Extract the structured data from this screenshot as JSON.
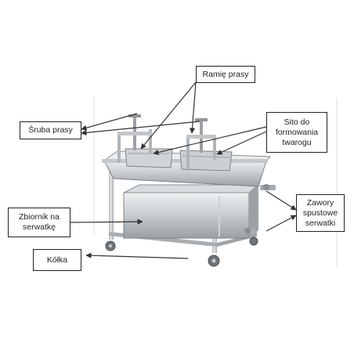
{
  "labels": {
    "press_arm": "Ramię prasy",
    "press_screw": "Śruba prasy",
    "curd_sieve": "Sito do\nformowania\ntwarogu",
    "whey_tank": "Zbiornik na\nserwatkę",
    "drain_valves": "Zawory\nspustowe\nserwatki",
    "wheels": "Kółka"
  },
  "colors": {
    "border": "#222222",
    "steel_light": "#e4e6e8",
    "steel_mid": "#b9bdc1",
    "steel_dark": "#7d8287",
    "arrow": "#333333"
  }
}
